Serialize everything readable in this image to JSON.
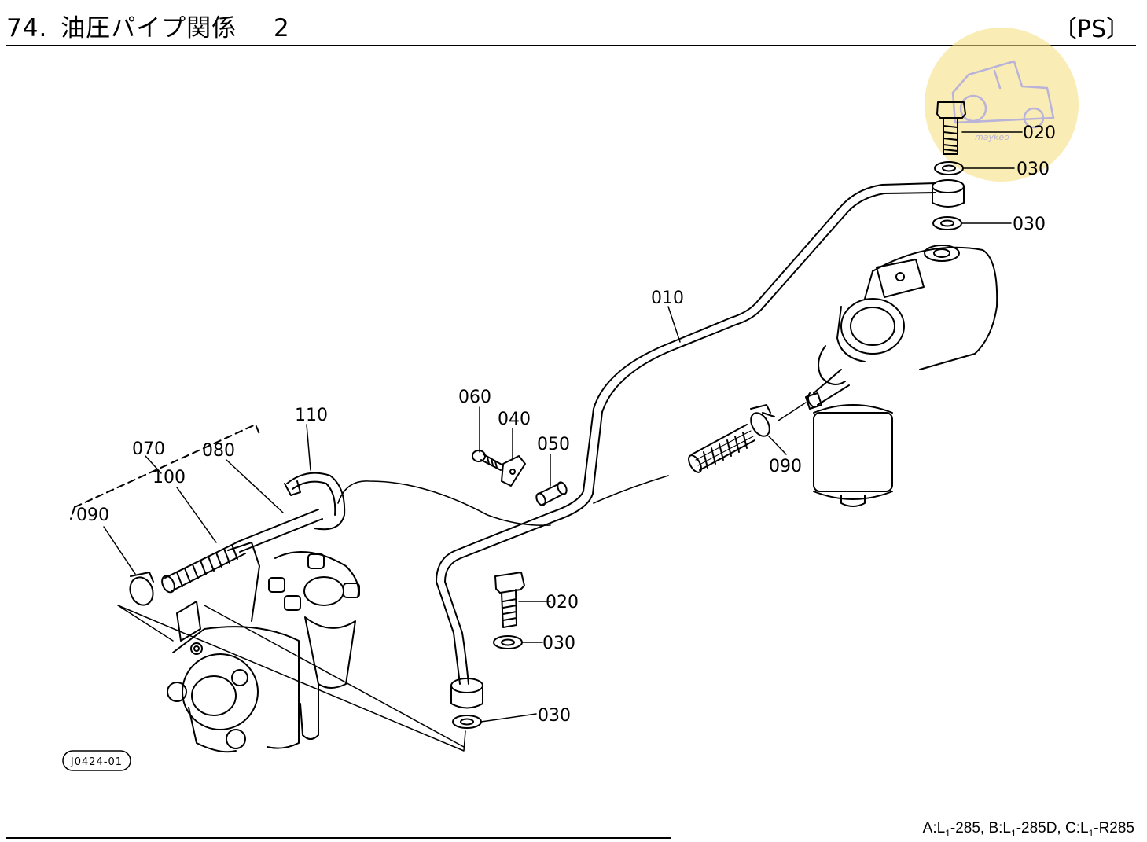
{
  "header": {
    "number": "74.",
    "title": "油圧パイプ関係",
    "subtitle": "2",
    "section_code": "〔PS〕"
  },
  "watermark": {
    "text": "maykeo",
    "color": "#f6dc78"
  },
  "parts": {
    "p010": "010",
    "p020_top": "020",
    "p030_a": "030",
    "p030_b": "030",
    "p060": "060",
    "p040": "040",
    "p050": "050",
    "p110": "110",
    "p070": "070",
    "p080": "080",
    "p100": "100",
    "p090_left": "090",
    "p090_right": "090",
    "p020_mid": "020",
    "p030_c": "030",
    "p030_d": "030"
  },
  "figure_id": "J0424-01",
  "footer": {
    "a": "A:L",
    "a_sub": "1",
    "a_rest": "-285, B:L",
    "b_sub": "1",
    "b_rest": "-285D, C:L",
    "c_sub": "1",
    "c_rest": "-R285"
  }
}
